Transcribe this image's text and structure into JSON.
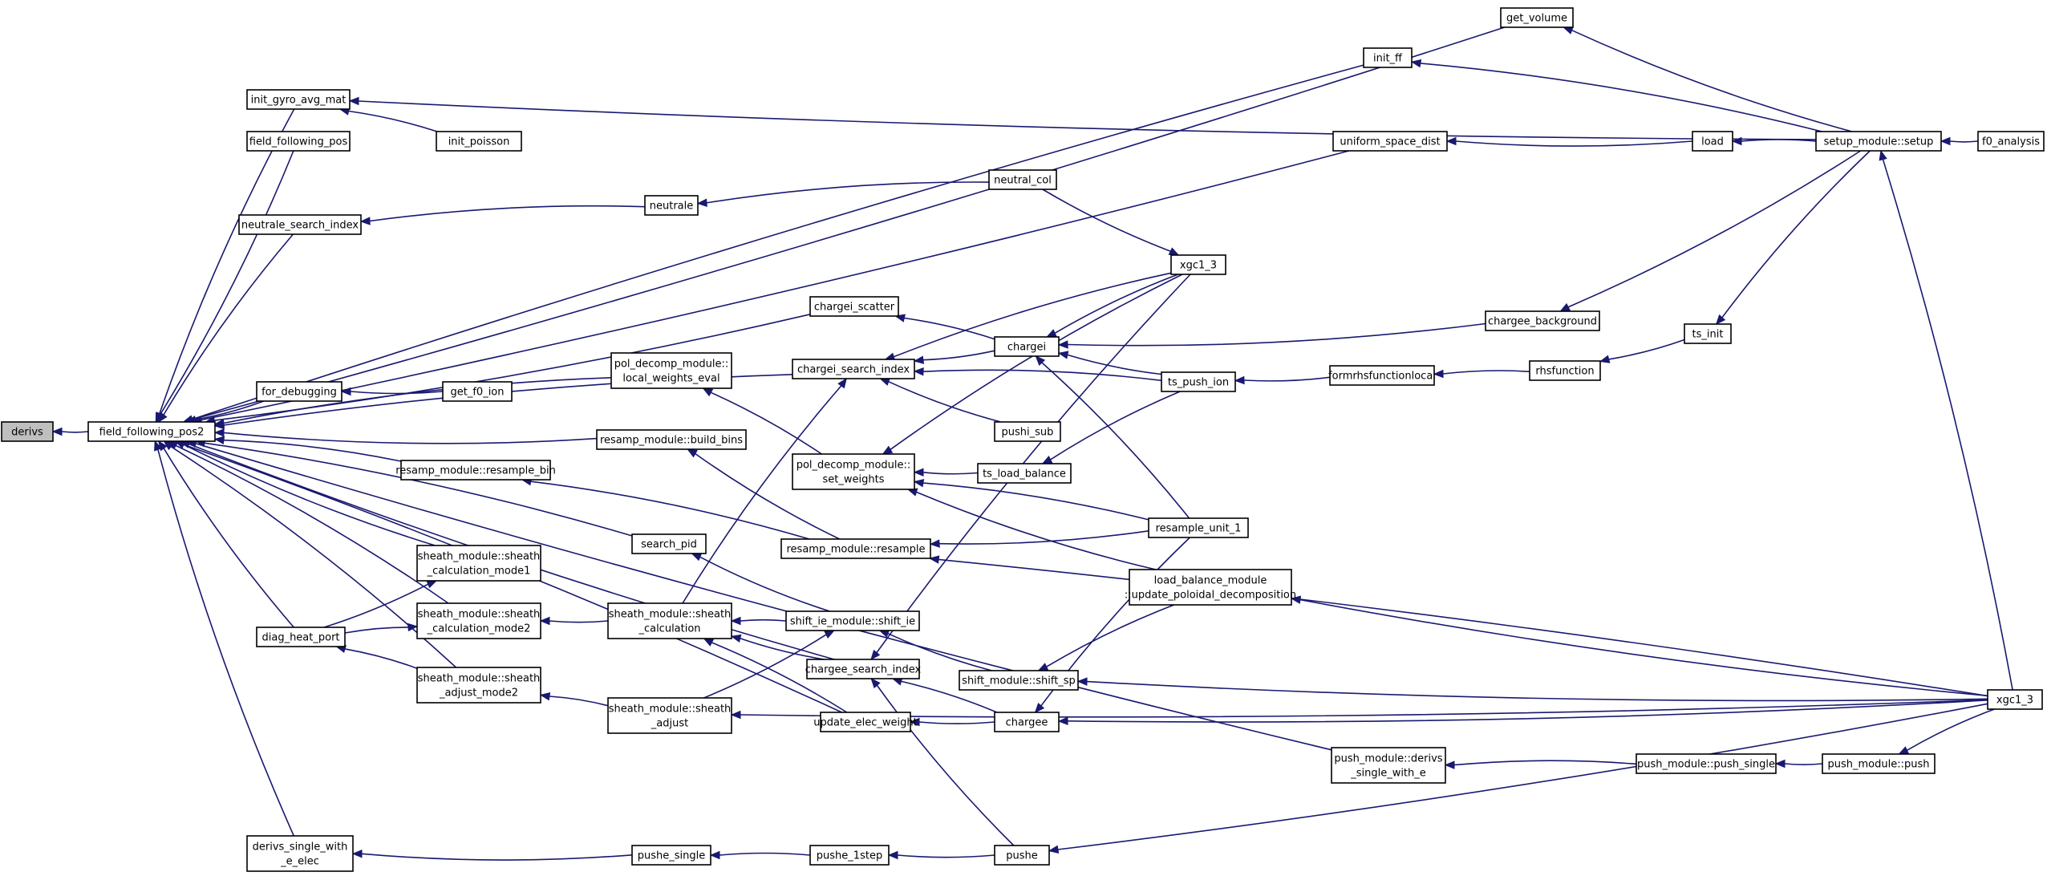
{
  "diagram": {
    "colors": {
      "edge": "#191970",
      "root_fill": "#bfbfbf",
      "node_fill": "#ffffff",
      "node_border": "#000000"
    },
    "nodes": [
      {
        "id": "derivs",
        "lines": [
          "derivs"
        ],
        "root": true
      },
      {
        "id": "ffp2",
        "lines": [
          "field_following_pos2"
        ]
      },
      {
        "id": "init_gyro",
        "lines": [
          "init_gyro_avg_mat"
        ]
      },
      {
        "id": "init_poisson",
        "lines": [
          "init_poisson"
        ]
      },
      {
        "id": "ffpos",
        "lines": [
          "field_following_pos"
        ]
      },
      {
        "id": "nsi",
        "lines": [
          "neutrale_search_index"
        ]
      },
      {
        "id": "neutrale",
        "lines": [
          "neutrale"
        ]
      },
      {
        "id": "neutral_col",
        "lines": [
          "neutral_col"
        ]
      },
      {
        "id": "for_debugging",
        "lines": [
          "for_debugging"
        ]
      },
      {
        "id": "get_f0_ion",
        "lines": [
          "get_f0_ion"
        ]
      },
      {
        "id": "resample_bin",
        "lines": [
          "resamp_module::resample_bin"
        ]
      },
      {
        "id": "calc1",
        "lines": [
          "sheath_module::sheath",
          "_calculation_mode1"
        ]
      },
      {
        "id": "calc2",
        "lines": [
          "sheath_module::sheath",
          "_calculation_mode2"
        ]
      },
      {
        "id": "diag_heat",
        "lines": [
          "diag_heat_port"
        ]
      },
      {
        "id": "adjust2",
        "lines": [
          "sheath_module::sheath",
          "_adjust_mode2"
        ]
      },
      {
        "id": "dswe_elec",
        "lines": [
          "derivs_single_with",
          "_e_elec"
        ]
      },
      {
        "id": "pushe_single",
        "lines": [
          "pushe_single"
        ]
      },
      {
        "id": "pushe_1step",
        "lines": [
          "pushe_1step"
        ]
      },
      {
        "id": "pushe",
        "lines": [
          "pushe"
        ]
      },
      {
        "id": "lwe",
        "lines": [
          "pol_decomp_module::",
          "local_weights_eval"
        ]
      },
      {
        "id": "build_bins",
        "lines": [
          "resamp_module::build_bins"
        ]
      },
      {
        "id": "search_pid",
        "lines": [
          "search_pid"
        ]
      },
      {
        "id": "sheath_calc",
        "lines": [
          "sheath_module::sheath",
          "_calculation"
        ]
      },
      {
        "id": "sheath_adjust",
        "lines": [
          "sheath_module::sheath",
          "_adjust"
        ]
      },
      {
        "id": "chargei_scatter",
        "lines": [
          "chargei_scatter"
        ]
      },
      {
        "id": "chargei_si",
        "lines": [
          "chargei_search_index"
        ]
      },
      {
        "id": "set_weights",
        "lines": [
          "pol_decomp_module::",
          "set_weights"
        ]
      },
      {
        "id": "resample",
        "lines": [
          "resamp_module::resample"
        ]
      },
      {
        "id": "shift_ie",
        "lines": [
          "shift_ie_module::shift_ie"
        ]
      },
      {
        "id": "chargee_si",
        "lines": [
          "chargee_search_index"
        ]
      },
      {
        "id": "uew",
        "lines": [
          "update_elec_weight"
        ]
      },
      {
        "id": "chargei",
        "lines": [
          "chargei"
        ]
      },
      {
        "id": "pushi_sub",
        "lines": [
          "pushi_sub"
        ]
      },
      {
        "id": "ts_load_balance",
        "lines": [
          "ts_load_balance"
        ]
      },
      {
        "id": "shift_sp",
        "lines": [
          "shift_module::shift_sp"
        ]
      },
      {
        "id": "chargee",
        "lines": [
          "chargee"
        ]
      },
      {
        "id": "xgc1_3_mid",
        "lines": [
          "xgc1_3"
        ]
      },
      {
        "id": "ts_push_ion",
        "lines": [
          "ts_push_ion"
        ]
      },
      {
        "id": "resample_unit",
        "lines": [
          "resample_unit_1"
        ]
      },
      {
        "id": "lbm",
        "lines": [
          "load_balance_module",
          "::update_poloidal_decomposition"
        ]
      },
      {
        "id": "get_volume",
        "lines": [
          "get_volume"
        ]
      },
      {
        "id": "init_ff",
        "lines": [
          "init_ff"
        ]
      },
      {
        "id": "usd",
        "lines": [
          "uniform_space_dist"
        ]
      },
      {
        "id": "chargee_bg",
        "lines": [
          "chargee_background"
        ]
      },
      {
        "id": "formrhs",
        "lines": [
          "formrhsfunctionlocal"
        ]
      },
      {
        "id": "rhsfunction",
        "lines": [
          "rhsfunction"
        ]
      },
      {
        "id": "dswe",
        "lines": [
          "push_module::derivs",
          "_single_with_e"
        ]
      },
      {
        "id": "load",
        "lines": [
          "load"
        ]
      },
      {
        "id": "push_single",
        "lines": [
          "push_module::push_single"
        ]
      },
      {
        "id": "ts_init",
        "lines": [
          "ts_init"
        ]
      },
      {
        "id": "setup",
        "lines": [
          "setup_module::setup"
        ]
      },
      {
        "id": "push",
        "lines": [
          "push_module::push"
        ]
      },
      {
        "id": "f0_analysis",
        "lines": [
          "f0_analysis"
        ]
      },
      {
        "id": "xgc1_3_r",
        "lines": [
          "xgc1_3"
        ]
      }
    ],
    "edges": [
      [
        "ffp2",
        "derivs"
      ],
      [
        "init_gyro",
        "ffp2"
      ],
      [
        "ffpos",
        "ffp2"
      ],
      [
        "nsi",
        "ffp2"
      ],
      [
        "for_debugging",
        "ffp2"
      ],
      [
        "resample_bin",
        "ffp2"
      ],
      [
        "calc1",
        "ffp2"
      ],
      [
        "calc2",
        "ffp2"
      ],
      [
        "diag_heat",
        "ffp2"
      ],
      [
        "adjust2",
        "ffp2"
      ],
      [
        "dswe_elec",
        "ffp2"
      ],
      [
        "lwe",
        "ffp2"
      ],
      [
        "build_bins",
        "ffp2"
      ],
      [
        "search_pid",
        "ffp2"
      ],
      [
        "chargei_scatter",
        "ffp2"
      ],
      [
        "chargei_si",
        "ffp2"
      ],
      [
        "chargee_si",
        "ffp2"
      ],
      [
        "uew",
        "ffp2"
      ],
      [
        "get_volume",
        "ffp2"
      ],
      [
        "init_ff",
        "ffp2"
      ],
      [
        "usd",
        "ffp2"
      ],
      [
        "neutrale",
        "nsi"
      ],
      [
        "dswe",
        "ffp2"
      ],
      [
        "init_poisson",
        "init_gyro"
      ],
      [
        "setup",
        "init_gyro"
      ],
      [
        "neutral_col",
        "neutrale"
      ],
      [
        "get_f0_ion",
        "for_debugging"
      ],
      [
        "resample",
        "resample_bin"
      ],
      [
        "resample",
        "build_bins"
      ],
      [
        "diag_heat",
        "calc1"
      ],
      [
        "diag_heat",
        "calc2"
      ],
      [
        "adjust2",
        "diag_heat"
      ],
      [
        "sheath_calc",
        "calc2"
      ],
      [
        "sheath_adjust",
        "adjust2"
      ],
      [
        "pushe_single",
        "dswe_elec"
      ],
      [
        "pushe_1step",
        "pushe_single"
      ],
      [
        "pushe",
        "pushe_1step"
      ],
      [
        "set_weights",
        "lwe"
      ],
      [
        "shift_ie",
        "search_pid"
      ],
      [
        "shift_ie",
        "sheath_calc"
      ],
      [
        "chargee_si",
        "sheath_calc"
      ],
      [
        "uew",
        "sheath_calc"
      ],
      [
        "sheath_calc",
        "chargei_si"
      ],
      [
        "sheath_adjust",
        "shift_ie"
      ],
      [
        "xgc1_3_r",
        "sheath_adjust"
      ],
      [
        "chargei",
        "chargei_scatter"
      ],
      [
        "chargei",
        "chargei_si"
      ],
      [
        "ts_push_ion",
        "chargei_si"
      ],
      [
        "pushi_sub",
        "chargei_si"
      ],
      [
        "xgc1_3_mid",
        "chargei_si"
      ],
      [
        "ts_load_balance",
        "set_weights"
      ],
      [
        "resample_unit",
        "set_weights"
      ],
      [
        "lbm",
        "set_weights"
      ],
      [
        "xgc1_3_mid",
        "set_weights"
      ],
      [
        "resample_unit",
        "resample"
      ],
      [
        "xgc1_3_r",
        "resample"
      ],
      [
        "shift_sp",
        "shift_ie"
      ],
      [
        "chargee",
        "chargee_si"
      ],
      [
        "pushe",
        "chargee_si"
      ],
      [
        "xgc1_3_mid",
        "chargee_si"
      ],
      [
        "chargee",
        "uew"
      ],
      [
        "xgc1_3_mid",
        "chargei"
      ],
      [
        "ts_push_ion",
        "chargei"
      ],
      [
        "resample_unit",
        "chargei"
      ],
      [
        "chargee_bg",
        "chargei"
      ],
      [
        "ts_push_ion",
        "ts_load_balance"
      ],
      [
        "xgc1_3_r",
        "lbm"
      ],
      [
        "lbm",
        "shift_sp"
      ],
      [
        "xgc1_3_r",
        "shift_sp"
      ],
      [
        "resample_unit",
        "chargee"
      ],
      [
        "xgc1_3_r",
        "chargee"
      ],
      [
        "neutral_col",
        "xgc1_3_mid"
      ],
      [
        "formrhs",
        "ts_push_ion"
      ],
      [
        "rhsfunction",
        "formrhs"
      ],
      [
        "ts_init",
        "rhsfunction"
      ],
      [
        "setup",
        "ts_init"
      ],
      [
        "setup",
        "get_volume"
      ],
      [
        "setup",
        "init_ff"
      ],
      [
        "load",
        "usd"
      ],
      [
        "setup",
        "load"
      ],
      [
        "setup",
        "chargee_bg"
      ],
      [
        "push_single",
        "dswe"
      ],
      [
        "push",
        "push_single"
      ],
      [
        "xgc1_3_r",
        "push"
      ],
      [
        "xgc1_3_r",
        "pushe"
      ],
      [
        "xgc1_3_r",
        "setup"
      ],
      [
        "f0_analysis",
        "setup"
      ]
    ]
  }
}
